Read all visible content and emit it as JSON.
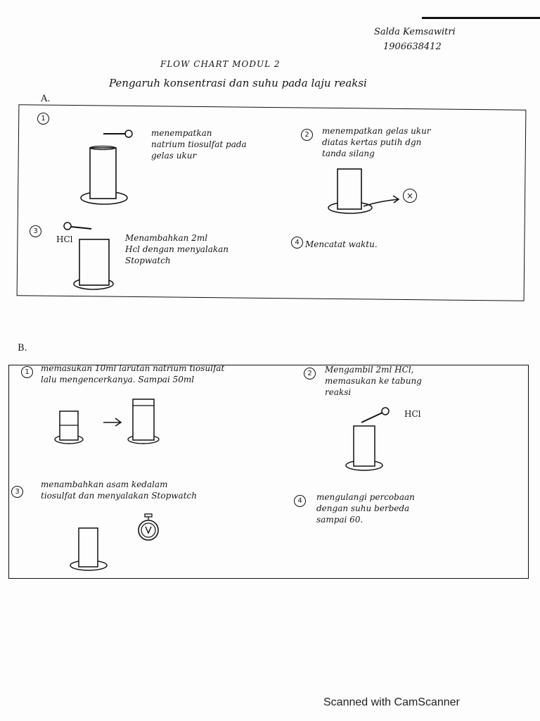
{
  "header": {
    "student_name": "Salda Kemsawitri",
    "student_id": "1906638412",
    "title": "FLOW CHART MODUL 2",
    "subtitle": "Pengaruh konsentrasi dan suhu pada laju reaksi"
  },
  "section_a": {
    "label": "A.",
    "steps": [
      {
        "num": "1",
        "text": "menempatkan\nnatrium tiosulfat pada\ngelas ukur"
      },
      {
        "num": "2",
        "text": "menempatkan gelas ukur\ndiatas kertas putih dgn\ntanda silang"
      },
      {
        "num": "3",
        "text": "Menambahkan 2ml\nHcl dengan menyalakan\nStopwatch",
        "tag": "HCl"
      },
      {
        "num": "4",
        "text": "Mencatat waktu."
      }
    ],
    "cross_mark": "×"
  },
  "section_b": {
    "label": "B.",
    "steps": [
      {
        "num": "1",
        "text": "memasukan 10ml larutan natrium tiosulfat\nlalu mengencerkanya. Sampai 50ml"
      },
      {
        "num": "2",
        "text": "Mengambil 2ml HCl,\nmemasukan ke tabung\nreaksi",
        "tag": "HCl"
      },
      {
        "num": "3",
        "text": "menambahkan asam kedalam\ntiosulfat dan menyalakan Stopwatch"
      },
      {
        "num": "4",
        "text": "mengulangi percobaan\ndengan suhu berbeda\nsampai 60."
      }
    ]
  },
  "footer": {
    "scanner_text": "Scanned with CamScanner"
  }
}
